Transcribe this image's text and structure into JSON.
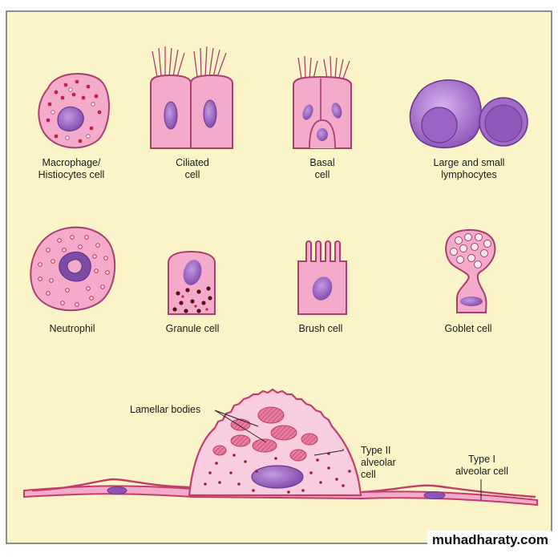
{
  "labels": {
    "macrophage_1": "Macrophage/",
    "macrophage_2": "Histiocytes cell",
    "ciliated_1": "Ciliated",
    "ciliated_2": "cell",
    "basal_1": "Basal",
    "basal_2": "cell",
    "lymph_1": "Large and small",
    "lymph_2": "lymphocytes",
    "neutrophil": "Neutrophil",
    "granule": "Granule cell",
    "brush": "Brush cell",
    "goblet": "Goblet cell",
    "lamellar": "Lamellar bodies",
    "type2_1": "Type II",
    "type2_2": "alveolar",
    "type2_3": "cell",
    "type1_1": "Type I",
    "type1_2": "alveolar cell"
  },
  "watermark": "muhadharaty.com",
  "colors": {
    "background": "#fbf4c9",
    "cell_fill": "#f3aacb",
    "cell_stroke": "#a8406e",
    "nucleus": "#8c55b5",
    "granule_red": "#c0204a",
    "granule_dark": "#5a1010"
  }
}
